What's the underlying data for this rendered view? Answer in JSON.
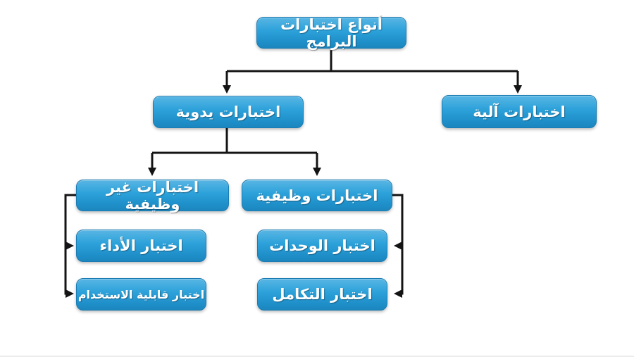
{
  "diagram": {
    "title": "أنواع اختبارات البرامج",
    "nodes": {
      "root": "أنواع اختبارات البرامج",
      "manual": "اختبارات يدوية",
      "automated": "اختبارات آلية",
      "nonfunctional": "اختبارات غير وظيفية",
      "functional": "اختبارات وظيفية",
      "performance": "اختبار الأداء",
      "usability": "اختبار قابلية الاستخدام",
      "unit": "اختبار الوحدات",
      "integration": "اختبار التكامل"
    },
    "edges": [
      {
        "from": "root",
        "to": "manual"
      },
      {
        "from": "root",
        "to": "automated"
      },
      {
        "from": "manual",
        "to": "nonfunctional"
      },
      {
        "from": "manual",
        "to": "functional"
      },
      {
        "from": "nonfunctional",
        "to": "performance"
      },
      {
        "from": "nonfunctional",
        "to": "usability"
      },
      {
        "from": "functional",
        "to": "unit"
      },
      {
        "from": "functional",
        "to": "integration"
      }
    ],
    "colors": {
      "node_fill_top": "#58b6e4",
      "node_fill_bottom": "#1b86be",
      "node_border": "#1b7cb2",
      "node_text": "#ffffff",
      "connector": "#141414",
      "background": "#ffffff"
    }
  }
}
